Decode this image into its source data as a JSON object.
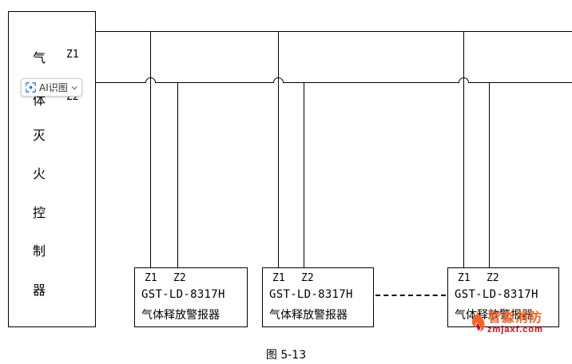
{
  "page": {
    "background": "#ffffff",
    "line_color": "#000000"
  },
  "controller": {
    "rows": [
      {
        "char": "气",
        "label": "Z1"
      },
      {
        "char": "体",
        "label": "Z2"
      },
      {
        "char": "灭",
        "label": ""
      },
      {
        "char": "火",
        "label": ""
      },
      {
        "char": "控",
        "label": ""
      },
      {
        "char": "制",
        "label": ""
      },
      {
        "char": "器",
        "label": ""
      }
    ]
  },
  "ai_button": {
    "label": "AI识图"
  },
  "alarms": [
    {
      "z1": "Z1",
      "z2": "Z2",
      "model": "GST-LD-8317H",
      "name": "气体释放警报器"
    },
    {
      "z1": "Z1",
      "z2": "Z2",
      "model": "GST-LD-8317H",
      "name": "气体释放警报器"
    },
    {
      "z1": "Z1",
      "z2": "Z2",
      "model": "GST-LD-8317H",
      "name": "气体释放警报器"
    }
  ],
  "caption": "图 5-13",
  "watermark": {
    "brand": "智淼消防",
    "url": "zmjaxf.com",
    "brand_color": "#f26522",
    "url_color": "#e60012"
  },
  "icons": {
    "ai_button_icon": "ai-scan-icon",
    "ai_button_chevron": "chevron-down-icon",
    "watermark_logo": "flame-icon"
  }
}
